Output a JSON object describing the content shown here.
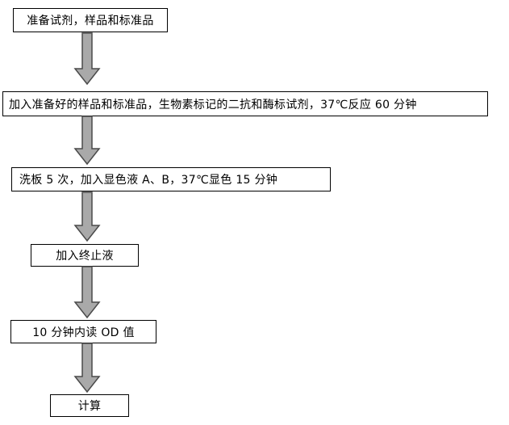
{
  "diagram": {
    "type": "flowchart",
    "direction": "top-down",
    "steps": [
      "准备试剂，样品和标准品",
      "加入准备好的样品和标准品，生物素标记的二抗和酶标试剂，37℃反应 60 分钟",
      "洗板 5 次，加入显色液 A、B，37℃显色 15 分钟",
      "加入终止液",
      "10 分钟内读 OD 值",
      "计算"
    ],
    "connector": "down-arrow"
  },
  "colors": {
    "background": "#ffffff",
    "box_fill": "#ffffff",
    "box_border": "#000000",
    "text": "#000000",
    "arrow_fill": "#a9a9a9",
    "arrow_outline": "#4a4a4a"
  }
}
